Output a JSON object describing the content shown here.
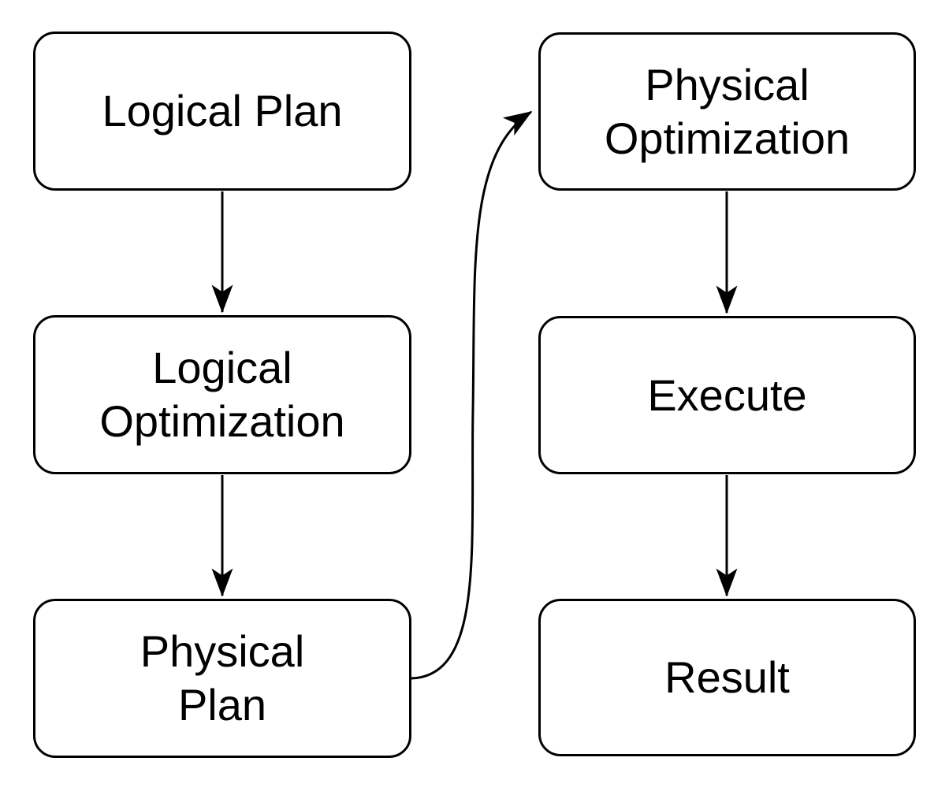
{
  "diagram": {
    "type": "flowchart",
    "background_color": "#ffffff",
    "stroke_color": "#000000",
    "text_color": "#000000",
    "nodes": [
      {
        "id": "logical-plan",
        "lines": [
          "Logical Plan"
        ]
      },
      {
        "id": "logical-optimization",
        "lines": [
          "Logical",
          "Optimization"
        ]
      },
      {
        "id": "physical-plan",
        "lines": [
          "Physical",
          "Plan"
        ]
      },
      {
        "id": "physical-optimization",
        "lines": [
          "Physical",
          "Optimization"
        ]
      },
      {
        "id": "execute",
        "lines": [
          "Execute"
        ]
      },
      {
        "id": "result",
        "lines": [
          "Result"
        ]
      }
    ],
    "edges": [
      {
        "from": "logical-plan",
        "to": "logical-optimization",
        "style": "straight-arrow-down"
      },
      {
        "from": "logical-optimization",
        "to": "physical-plan",
        "style": "straight-arrow-down"
      },
      {
        "from": "physical-plan",
        "to": "physical-optimization",
        "style": "curved-arrow-up-right"
      },
      {
        "from": "physical-optimization",
        "to": "execute",
        "style": "straight-arrow-down"
      },
      {
        "from": "execute",
        "to": "result",
        "style": "straight-arrow-down"
      }
    ]
  }
}
